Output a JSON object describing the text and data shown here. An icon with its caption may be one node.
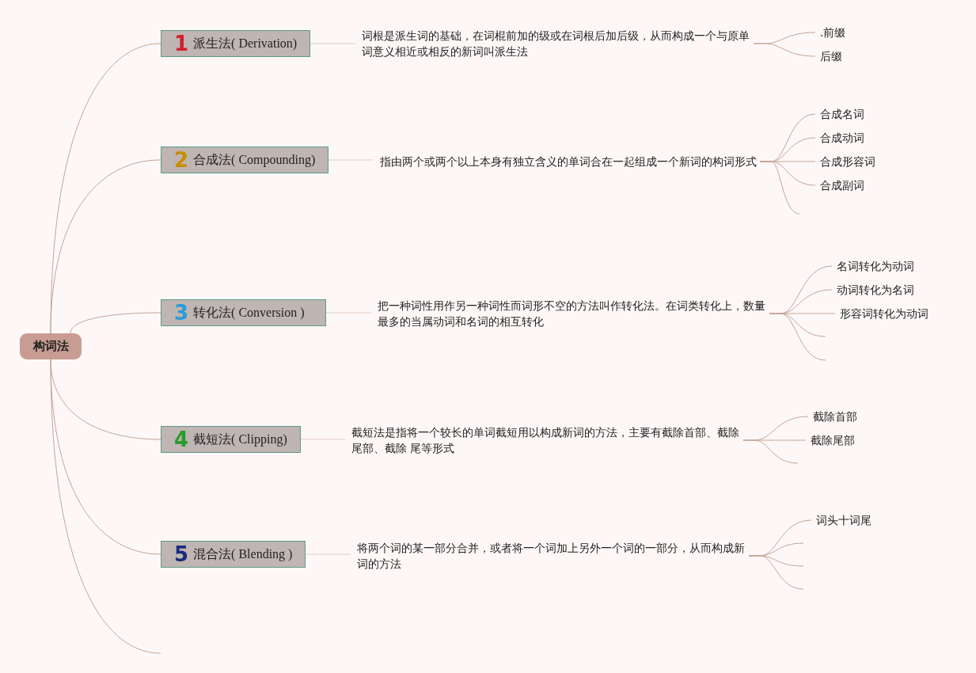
{
  "diagram": {
    "nodes": [
      {
        "text": [
          "构词法"
        ]
      },
      {
        "text": [
          "1",
          "派生法( Derivation)"
        ]
      },
      {
        "text": [
          "词根是派生词的基础，在词棍前加的级或在词根后加后级，从而构成一个与原单词意义相近或相反的新词叫派生法"
        ]
      },
      {
        "text": [
          ".前缀"
        ]
      },
      {
        "text": [
          "后缀"
        ]
      },
      {
        "text": [
          "2",
          "合成法( Compounding)"
        ]
      },
      {
        "text": [
          "指由两个或两个以上本身有独立含义的单词合在一起组成一个新词的构词形式"
        ]
      },
      {
        "text": [
          "合成名词"
        ]
      },
      {
        "text": [
          "合成动词"
        ]
      },
      {
        "text": [
          "合成形容词"
        ]
      },
      {
        "text": [
          "合成副词"
        ]
      },
      {
        "text": [
          "3",
          "转化法( Conversion )"
        ]
      },
      {
        "text": [
          "把一种词性用作另一种词性而词形不空的方法叫作转化法。在词类转化上，数量最多的当属动词和名词的相互转化"
        ]
      },
      {
        "text": [
          "名词转化为动词"
        ]
      },
      {
        "text": [
          "动词转化为名词"
        ]
      },
      {
        "text": [
          "形容词转化为动词"
        ]
      },
      {
        "text": [
          "4",
          "截短法( Clipping)"
        ]
      },
      {
        "text": [
          "截短法是指将一个较长的单词截短用以构成新词的方法，主要有截除首部、截除尾部、截除 尾等形式"
        ]
      },
      {
        "text": [
          "截除首部"
        ]
      },
      {
        "text": [
          "截除尾部"
        ]
      },
      {
        "text": [
          "5",
          "混合法( Blending )"
        ]
      },
      {
        "text": [
          "将两个词的某一部分合并，或者将一个词加上另外一个词的一部分，从而构成新词的方法"
        ]
      },
      {
        "text": [
          "词头十词尾"
        ]
      }
    ],
    "edges": [
      {
        "from": 0,
        "to": 1,
        "arrow": "none"
      },
      {
        "from": 0,
        "to": 5,
        "arrow": "none"
      },
      {
        "from": 0,
        "to": 11,
        "arrow": "none"
      },
      {
        "from": 0,
        "to": 16,
        "arrow": "none"
      },
      {
        "from": 0,
        "to": 20,
        "arrow": "none"
      },
      {
        "from": 0,
        "to": null,
        "arrow": "none"
      },
      {
        "from": 1,
        "to": 2,
        "arrow": "none"
      },
      {
        "from": 2,
        "to": 3,
        "arrow": "none"
      },
      {
        "from": 2,
        "to": 4,
        "arrow": "none"
      },
      {
        "from": 5,
        "to": 6,
        "arrow": "none"
      },
      {
        "from": 6,
        "to": 7,
        "arrow": "none"
      },
      {
        "from": 6,
        "to": 8,
        "arrow": "none"
      },
      {
        "from": 6,
        "to": 9,
        "arrow": "none"
      },
      {
        "from": 6,
        "to": 10,
        "arrow": "none"
      },
      {
        "from": 6,
        "to": null,
        "arrow": "none"
      },
      {
        "from": 11,
        "to": 12,
        "arrow": "none"
      },
      {
        "from": 12,
        "to": 13,
        "arrow": "none"
      },
      {
        "from": 12,
        "to": 14,
        "arrow": "none"
      },
      {
        "from": 12,
        "to": 15,
        "arrow": "none"
      },
      {
        "from": 12,
        "to": null,
        "arrow": "none"
      },
      {
        "from": 12,
        "to": null,
        "arrow": "none"
      },
      {
        "from": 16,
        "to": 17,
        "arrow": "none"
      },
      {
        "from": 17,
        "to": 18,
        "arrow": "none"
      },
      {
        "from": 17,
        "to": 19,
        "arrow": "none"
      },
      {
        "from": 17,
        "to": null,
        "arrow": "none"
      },
      {
        "from": 20,
        "to": 21,
        "arrow": "none"
      },
      {
        "from": 21,
        "to": 22,
        "arrow": "none"
      },
      {
        "from": 21,
        "to": null,
        "arrow": "none"
      },
      {
        "from": 21,
        "to": null,
        "arrow": "none"
      },
      {
        "from": 21,
        "to": null,
        "arrow": "none"
      }
    ]
  }
}
